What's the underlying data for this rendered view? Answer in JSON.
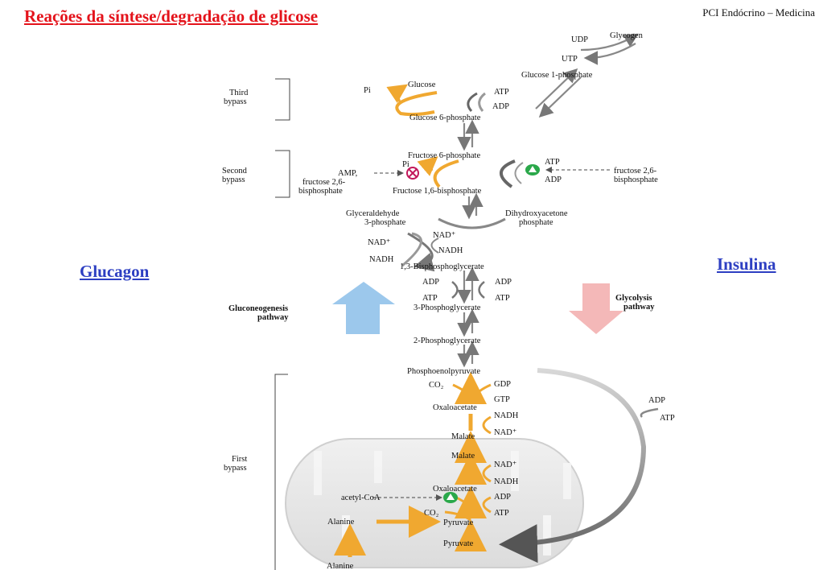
{
  "header": {
    "title": "Reações da síntese/degradação de glicose",
    "course": "PCI Endócrino – Medicina"
  },
  "side_labels": {
    "glucagon": "Glucagon",
    "insulina": "Insulina"
  },
  "bypass_labels": {
    "third": [
      "Third",
      "bypass"
    ],
    "second": [
      "Second",
      "bypass"
    ],
    "first": [
      "First",
      "bypass"
    ]
  },
  "pathway_labels": {
    "gluconeogenesis": [
      "Gluconeogenesis",
      "pathway"
    ],
    "glycolysis": [
      "Glycolysis",
      "pathway"
    ]
  },
  "metabolites": {
    "glycogen": "Glycogen",
    "glucose_1_phosphate": "Glucose 1-phosphate",
    "glucose": "Glucose",
    "glucose_6_phosphate": "Glucose 6-phosphate",
    "fructose_6_phosphate": "Fructose 6-phosphate",
    "fructose_1_6_bisphosphate": "Fructose 1,6-bisphosphate",
    "glyceraldehyde_3_phosphate": [
      "Glyceraldehyde",
      "3-phosphate"
    ],
    "dihydroxyacetone_phosphate": [
      "Dihydroxyacetone",
      "phosphate"
    ],
    "bisphosphoglycerate": "1,3-Bisphosphoglycerate",
    "phosphoglycerate_3": "3-Phosphoglycerate",
    "phosphoglycerate_2": "2-Phosphoglycerate",
    "phosphoenolpyruvate": "Phosphoenolpyruvate",
    "oxaloacetate_cytosol": "Oxaloacetate",
    "malate_cytosol": "Malate",
    "malate_mito": "Malate",
    "oxaloacetate_mito": "Oxaloacetate",
    "pyruvate_mito": "Pyruvate",
    "pyruvate": "Pyruvate",
    "alanine_mito": "Alanine",
    "alanine": "Alanine",
    "acetyl_coa": "acetyl-CoA"
  },
  "cofactors": {
    "udp": "UDP",
    "utp": "UTP",
    "pi_glucose": "Pi",
    "atp_hexokinase": "ATP",
    "adp_hexokinase": "ADP",
    "pi_fbpase": "Pi",
    "atp_pfk": "ATP",
    "adp_pfk": "ADP",
    "amp_inhibitors": [
      "AMP,",
      "fructose 2,6-",
      "bisphosphate"
    ],
    "pfk_activator": [
      "fructose 2,6-",
      "bisphosphate"
    ],
    "nad_left": "NAD⁺",
    "nadh_left": "NADH",
    "nad_right": "NAD⁺",
    "nadh_right": "NADH",
    "adp_pgk_left": "ADP",
    "atp_pgk_left": "ATP",
    "adp_pgk_right": "ADP",
    "atp_pgk_right": "ATP",
    "co2_pepck": "CO₂",
    "gdp": "GDP",
    "gtp": "GTP",
    "nadh_mdh_cyt": "NADH",
    "nad_mdh_cyt": "NAD⁺",
    "nad_mdh_mito": "NAD⁺",
    "nadh_mdh_mito": "NADH",
    "adp_pc": "ADP",
    "co2_pc": "CO₂",
    "atp_pc": "ATP",
    "adp_pk": "ADP",
    "atp_pk": "ATP"
  },
  "colors": {
    "title_red": "#e4131b",
    "link_blue": "#2d3fc2",
    "gluconeogenesis_orange": "#f0a830",
    "gluconeogenesis_arrow_blue": "#9cc8ec",
    "glycolysis_arrow_pink": "#f4b8b8",
    "activator_green": "#2aa84a",
    "inhibitor_magenta": "#c2185b",
    "mitochondrion_gray": "#e6e6e6"
  }
}
